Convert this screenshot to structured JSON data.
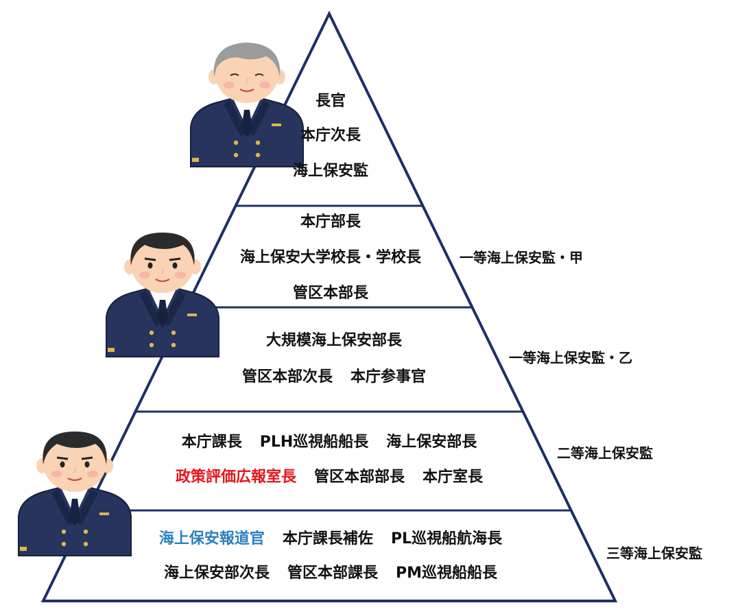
{
  "colors": {
    "line": "#1f2f66",
    "text": "#111111",
    "highlight_red": "#e8141a",
    "highlight_blue": "#2c7fc0"
  },
  "tiers": [
    {
      "rank": "",
      "lines": [
        [
          {
            "text": "長官"
          }
        ],
        [
          {
            "text": "本庁次長"
          }
        ],
        [
          {
            "text": "海上保安監"
          }
        ]
      ]
    },
    {
      "rank": "一等海上保安監・甲",
      "lines": [
        [
          {
            "text": "本庁部長"
          }
        ],
        [
          {
            "text": "海上保安大学校長・学校長"
          }
        ],
        [
          {
            "text": "管区本部長"
          }
        ]
      ]
    },
    {
      "rank": "一等海上保安監・乙",
      "lines": [
        [
          {
            "text": "大規模海上保安部長"
          }
        ],
        [
          {
            "text": "管区本部次長"
          },
          {
            "text": "本庁参事官"
          }
        ]
      ]
    },
    {
      "rank": "二等海上保安監",
      "lines": [
        [
          {
            "text": "本庁課長"
          },
          {
            "text": "PLH巡視船船長"
          },
          {
            "text": "海上保安部長"
          }
        ],
        [
          {
            "text": "政策評価広報室長",
            "color": "red"
          },
          {
            "text": "管区本部部長"
          },
          {
            "text": "本庁室長"
          }
        ]
      ]
    },
    {
      "rank": "三等海上保安監",
      "lines": [
        [
          {
            "text": "海上保安報道官",
            "color": "blue"
          },
          {
            "text": "本庁課長補佐"
          },
          {
            "text": "PL巡視船航海長"
          }
        ],
        [
          {
            "text": "海上保安部次長"
          },
          {
            "text": "管区本部課長"
          },
          {
            "text": "PM巡視船船長"
          }
        ]
      ]
    }
  ],
  "figures": [
    {
      "name": "senior-officer-figure",
      "hair": "gray"
    },
    {
      "name": "middle-officer-figure",
      "hair": "black"
    },
    {
      "name": "junior-officer-figure",
      "hair": "black"
    }
  ]
}
